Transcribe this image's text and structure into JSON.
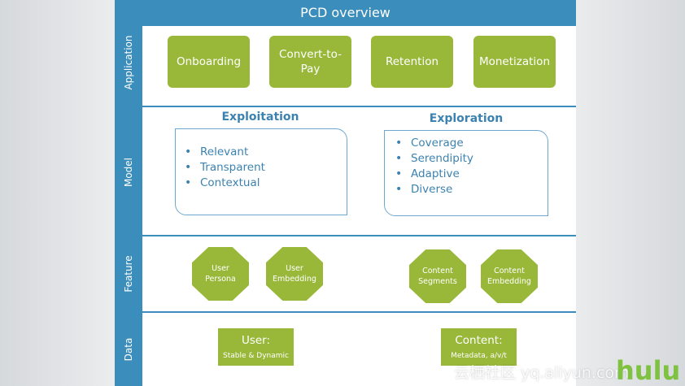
{
  "title": "PCD overview",
  "rows": {
    "application": "Application",
    "model": "Model",
    "feature": "Feature",
    "data": "Data"
  },
  "application": {
    "boxes": [
      "Onboarding",
      "Convert-to-Pay",
      "Retention",
      "Monetization"
    ]
  },
  "model": {
    "exploitation": {
      "heading": "Exploitation",
      "items": [
        "Relevant",
        "Transparent",
        "Contextual"
      ]
    },
    "exploration": {
      "heading": "Exploration",
      "items": [
        "Coverage",
        "Serendipity",
        "Adaptive",
        "Diverse"
      ]
    }
  },
  "feature": {
    "nodes": [
      {
        "line1": "User",
        "line2": "Persona"
      },
      {
        "line1": "User",
        "line2": "Embedding"
      },
      {
        "line1": "Content",
        "line2": "Segments"
      },
      {
        "line1": "Content",
        "line2": "Embedding"
      }
    ]
  },
  "data": {
    "user": {
      "title": "User:",
      "subtitle": "Stable & Dynamic"
    },
    "content": {
      "title": "Content:",
      "subtitle": "Metadata, a/v/t"
    }
  },
  "watermark": "云栖社区 yq.aliyun.com",
  "logo": "hulu",
  "colors": {
    "accent_blue": "#3b8dbb",
    "box_green": "#99b83a",
    "heading_blue": "#3c82b0",
    "logo_green": "#7fc241"
  }
}
